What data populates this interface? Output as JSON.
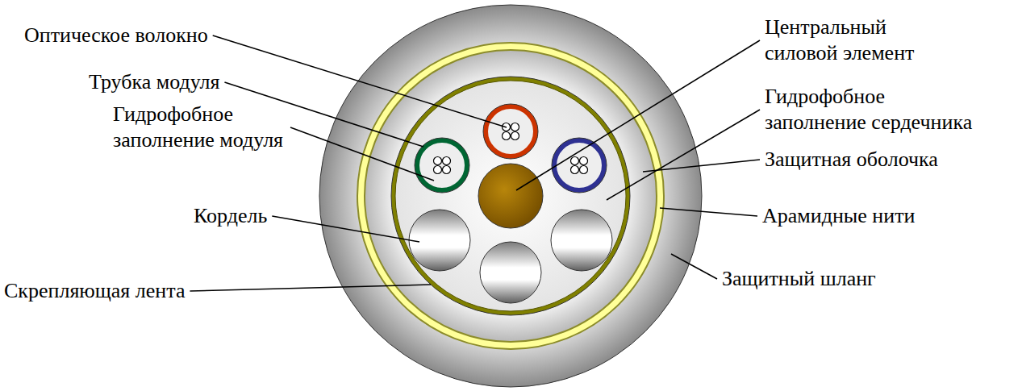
{
  "diagram": {
    "labels": [
      "Оптическое волокно",
      "Трубка модуля",
      "Гидрофобное заполнение модуля",
      "Кордель",
      "Скрепляющая лента",
      "Центральный силовой элемент",
      "Гидрофобное заполнение сердечника",
      "Защитная оболочка",
      "Арамидные нити",
      "Защитный шланг"
    ]
  }
}
